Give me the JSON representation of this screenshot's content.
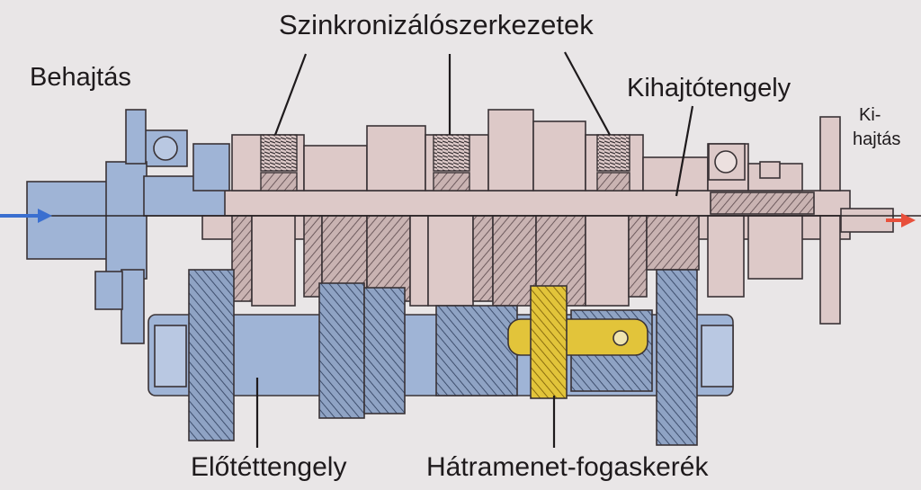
{
  "labels": {
    "sync": "Szinkronizálószerkezetek",
    "input": "Behajtás",
    "output_shaft": "Kihajtótengely",
    "output_line1": "Ki-",
    "output_line2": "hajtás",
    "countershaft": "Előtéttengely",
    "reverse_gear": "Hátramenet-fogaskerék"
  },
  "colors": {
    "background": "#e9e6e7",
    "blue_parts": "#9fb4d6",
    "pink_parts": "#ddc9c8",
    "yellow_reverse": "#e2c43a",
    "input_arrow": "#3a6fd0",
    "output_arrow": "#e8503c",
    "outline": "#3a3336"
  }
}
